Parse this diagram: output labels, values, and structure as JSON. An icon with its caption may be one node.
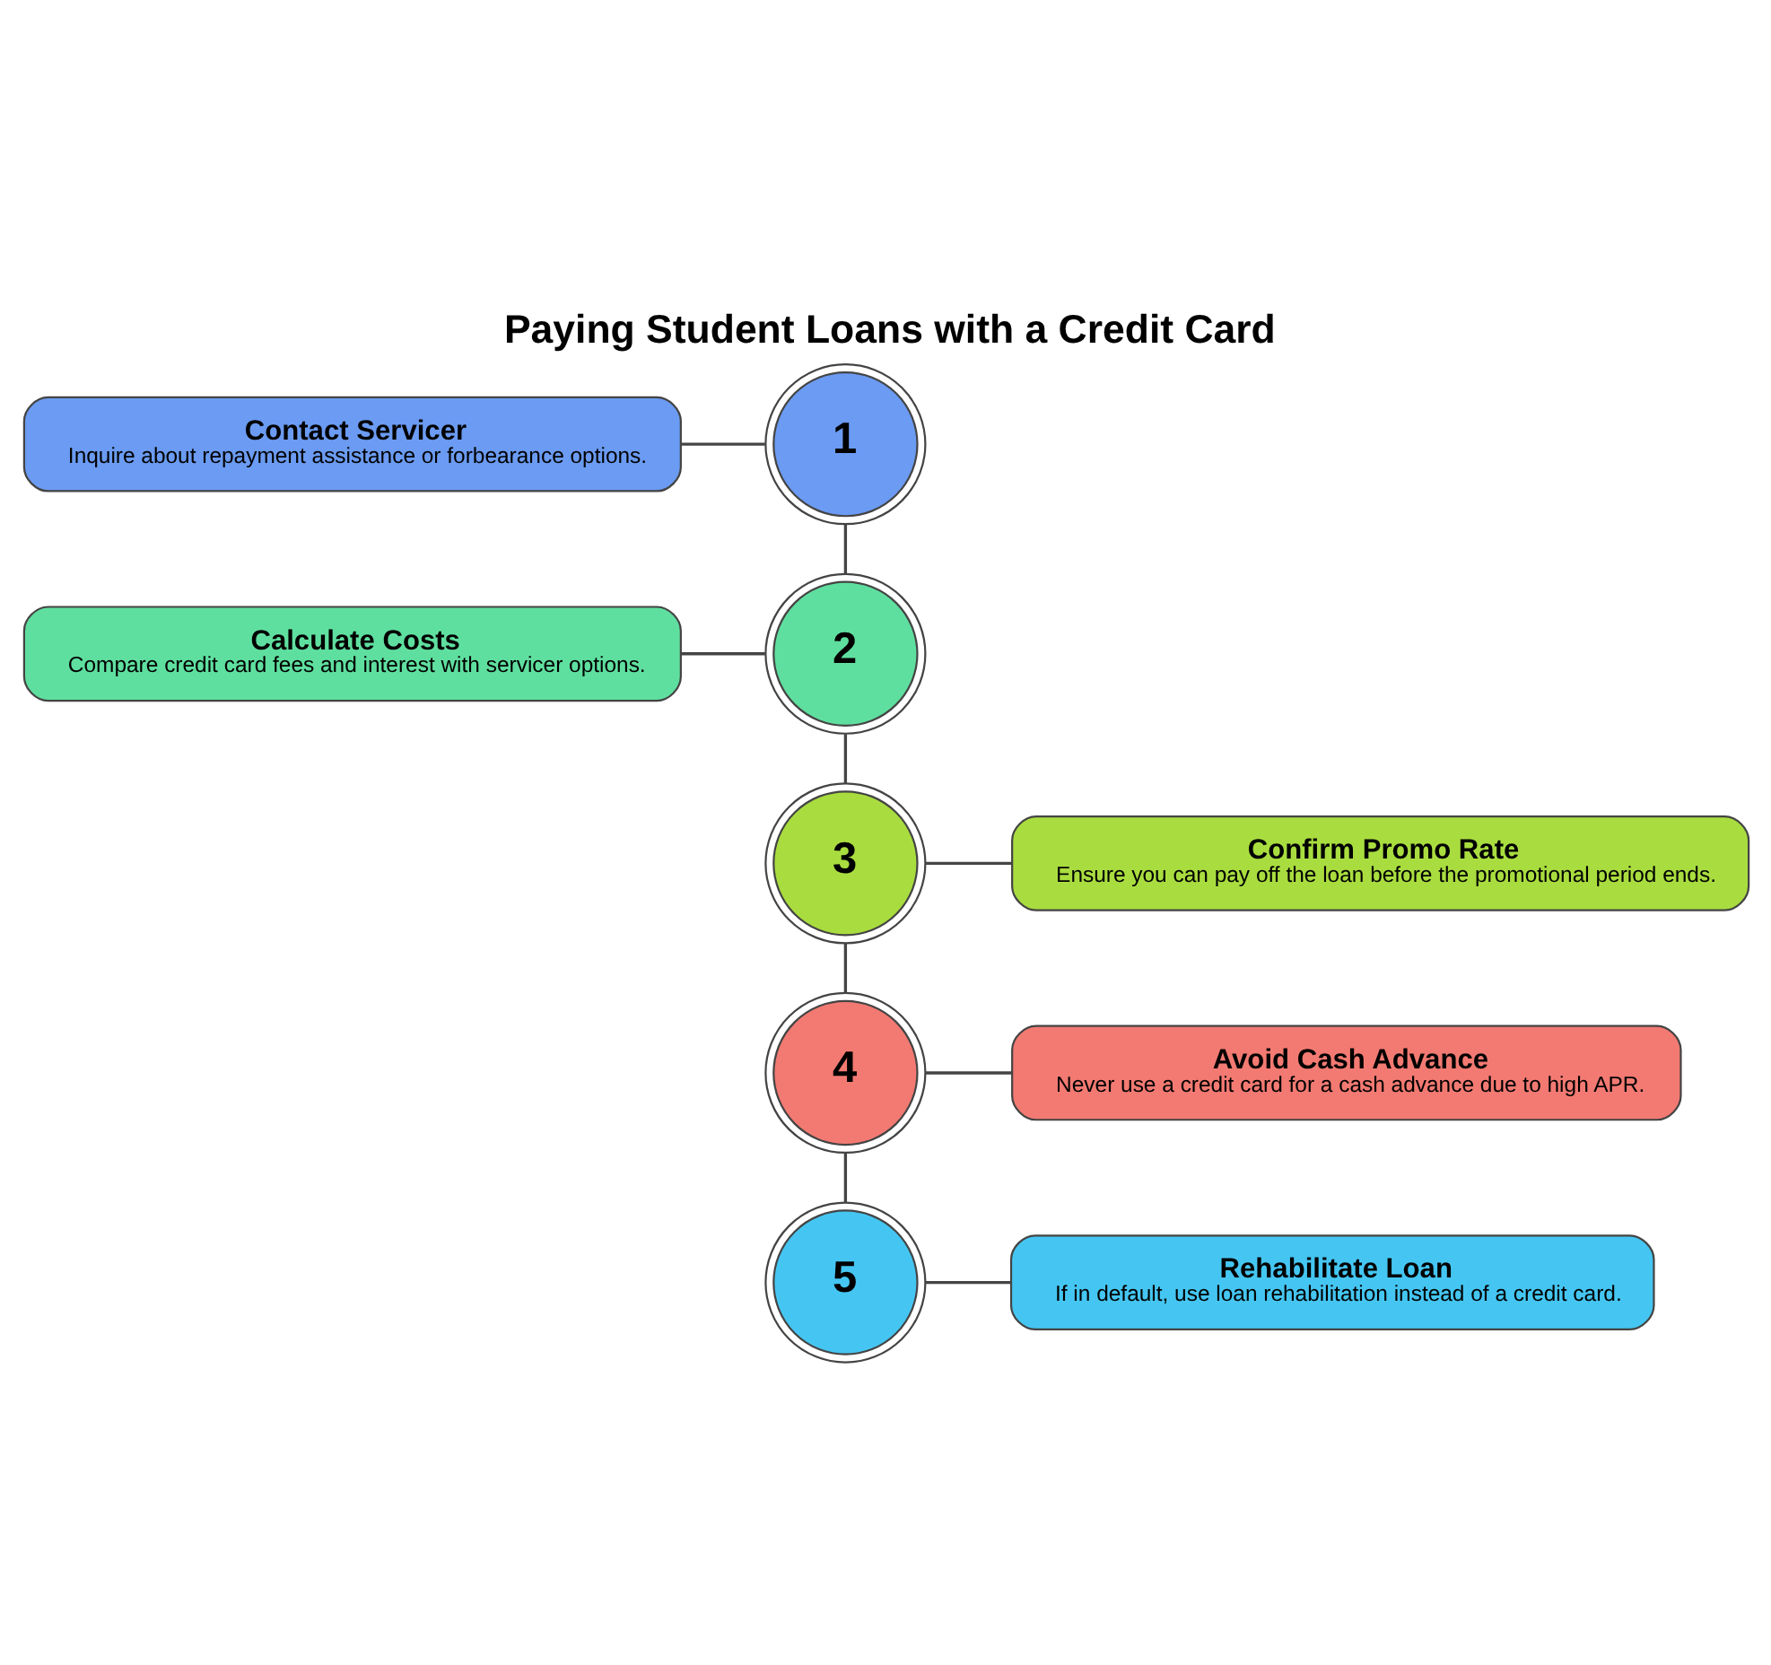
{
  "diagram": {
    "title": "Paying Student Loans with a Credit Card",
    "nodes": [
      {
        "text": [
          "Contact Servicer",
          "Inquire about repayment assistance or forbearance options."
        ]
      },
      {
        "text": [
          "1"
        ]
      },
      {
        "text": [
          "Calculate Costs",
          "Compare credit card fees and interest with servicer options."
        ]
      },
      {
        "text": [
          "2"
        ]
      },
      {
        "text": [
          "3"
        ]
      },
      {
        "text": [
          "Confirm Promo Rate",
          "Ensure you can pay off the loan before the promotional period ends."
        ]
      },
      {
        "text": [
          "4"
        ]
      },
      {
        "text": [
          "Avoid Cash Advance",
          "Never use a credit card for a cash advance due to high APR."
        ]
      },
      {
        "text": [
          "5"
        ]
      },
      {
        "text": [
          "Rehabilitate Loan",
          "If in default, use loan rehabilitation instead of a credit card."
        ]
      }
    ],
    "edges": [
      {
        "from": 0,
        "to": 1,
        "arrow": "none"
      },
      {
        "from": 1,
        "to": 3,
        "arrow": "none"
      },
      {
        "from": 2,
        "to": 3,
        "arrow": "none"
      },
      {
        "from": 3,
        "to": 4,
        "arrow": "none"
      },
      {
        "from": 4,
        "to": 5,
        "arrow": "none"
      },
      {
        "from": 4,
        "to": 6,
        "arrow": "none"
      },
      {
        "from": 6,
        "to": 7,
        "arrow": "none"
      },
      {
        "from": 6,
        "to": 8,
        "arrow": "none"
      },
      {
        "from": 8,
        "to": 9,
        "arrow": "none"
      }
    ]
  }
}
